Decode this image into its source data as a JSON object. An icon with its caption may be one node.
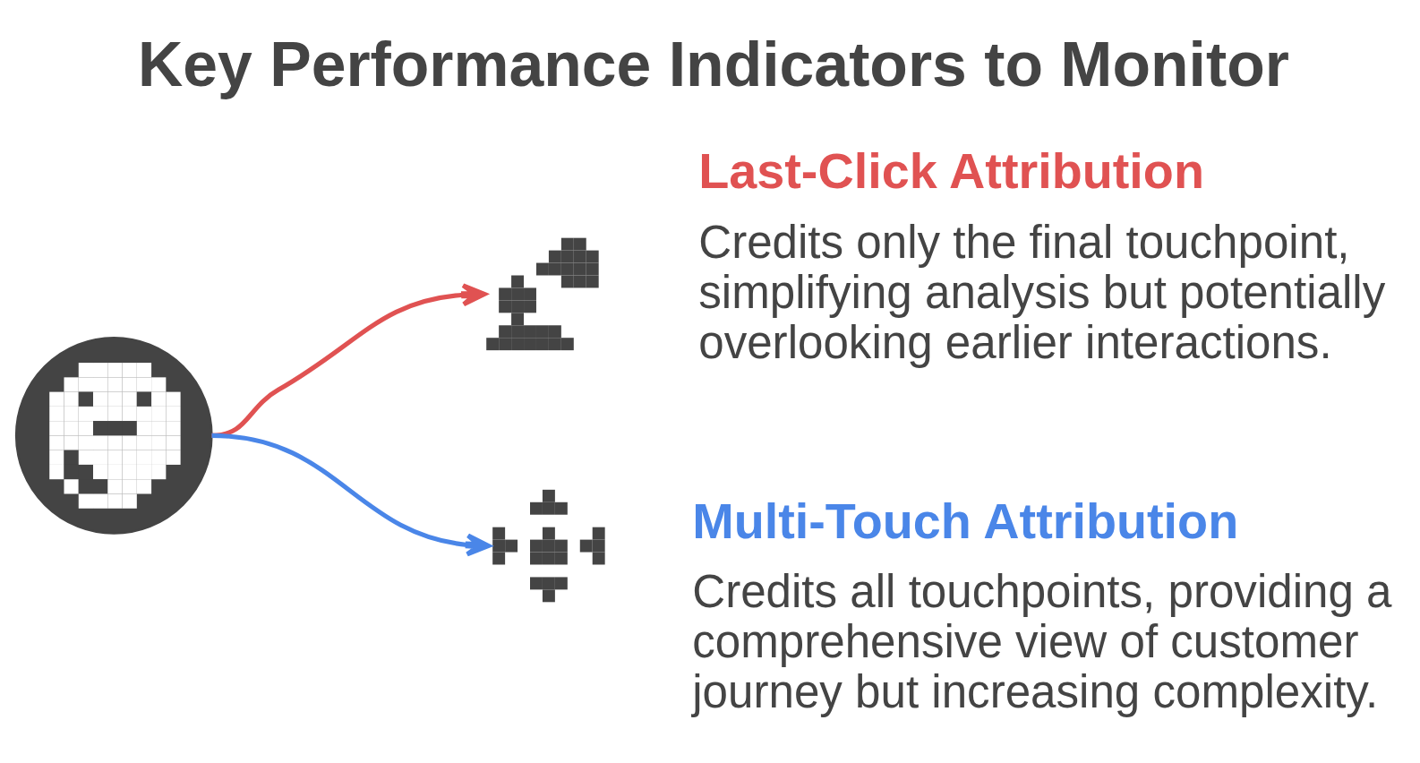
{
  "diagram": {
    "title": "Key Performance Indicators to Monitor",
    "nodes": [
      {
        "text": [],
        "shape": "picture"
      },
      {
        "text": [],
        "shape": "picture",
        "beside": [
          "Last-Click Attribution",
          "Credits only the final touchpoint, simplifying analysis but potentially overlooking earlier interactions."
        ]
      },
      {
        "text": [],
        "shape": "picture",
        "beside": [
          "Multi-Touch Attribution",
          "Credits all touchpoints, providing a comprehensive view of customer journey but increasing complexity."
        ]
      }
    ],
    "edges": [
      {
        "from": 0,
        "to": 1,
        "arrow": "to",
        "color": "#e05252"
      },
      {
        "from": 0,
        "to": 2,
        "arrow": "to",
        "color": "#4a86e8"
      }
    ]
  }
}
